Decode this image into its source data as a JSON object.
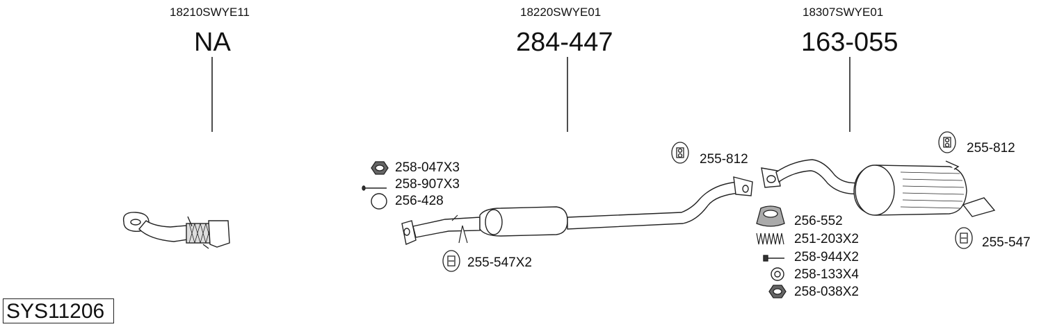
{
  "columns": [
    {
      "oem": "18210SWYE11",
      "part": "NA"
    },
    {
      "oem": "18220SWYE01",
      "part": "284-447"
    },
    {
      "oem": "18307SWYE01",
      "part": "163-055"
    }
  ],
  "accessories_left": [
    {
      "label": "258-047X3",
      "icon": "nut-icon"
    },
    {
      "label": "258-907X3",
      "icon": "bolt-icon"
    },
    {
      "label": "256-428",
      "icon": "ring-icon"
    }
  ],
  "hanger_mid_bottom": {
    "label": "255-547X2",
    "icon": "rubber-hanger-icon"
  },
  "hanger_mid_top": {
    "label": "255-812",
    "icon": "rubber-hanger-icon"
  },
  "hanger_right_top": {
    "label": "255-812",
    "icon": "rubber-hanger-icon"
  },
  "hanger_right_bottom": {
    "label": "255-547",
    "icon": "rubber-hanger-icon"
  },
  "accessories_right": [
    {
      "label": "256-552",
      "icon": "gasket-ring-icon"
    },
    {
      "label": "251-203X2",
      "icon": "spring-icon"
    },
    {
      "label": "258-944X2",
      "icon": "bolt-icon"
    },
    {
      "label": "258-133X4",
      "icon": "washer-icon"
    },
    {
      "label": "258-038X2",
      "icon": "nut-icon"
    }
  ],
  "system_code": "SYS11206"
}
